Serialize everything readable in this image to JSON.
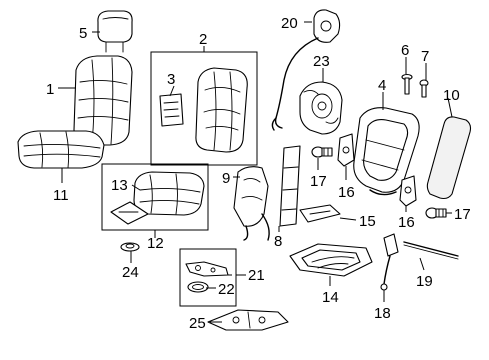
{
  "diagram": {
    "callouts": {
      "c1": "1",
      "c2": "2",
      "c3": "3",
      "c4": "4",
      "c5": "5",
      "c6": "6",
      "c7": "7",
      "c8": "8",
      "c9": "9",
      "c10": "10",
      "c11": "11",
      "c12": "12",
      "c13": "13",
      "c14": "14",
      "c15": "15",
      "c16a": "16",
      "c16b": "16",
      "c17a": "17",
      "c17b": "17",
      "c18": "18",
      "c19": "19",
      "c20": "20",
      "c21": "21",
      "c22": "22",
      "c23": "23",
      "c24": "24",
      "c25": "25"
    }
  }
}
